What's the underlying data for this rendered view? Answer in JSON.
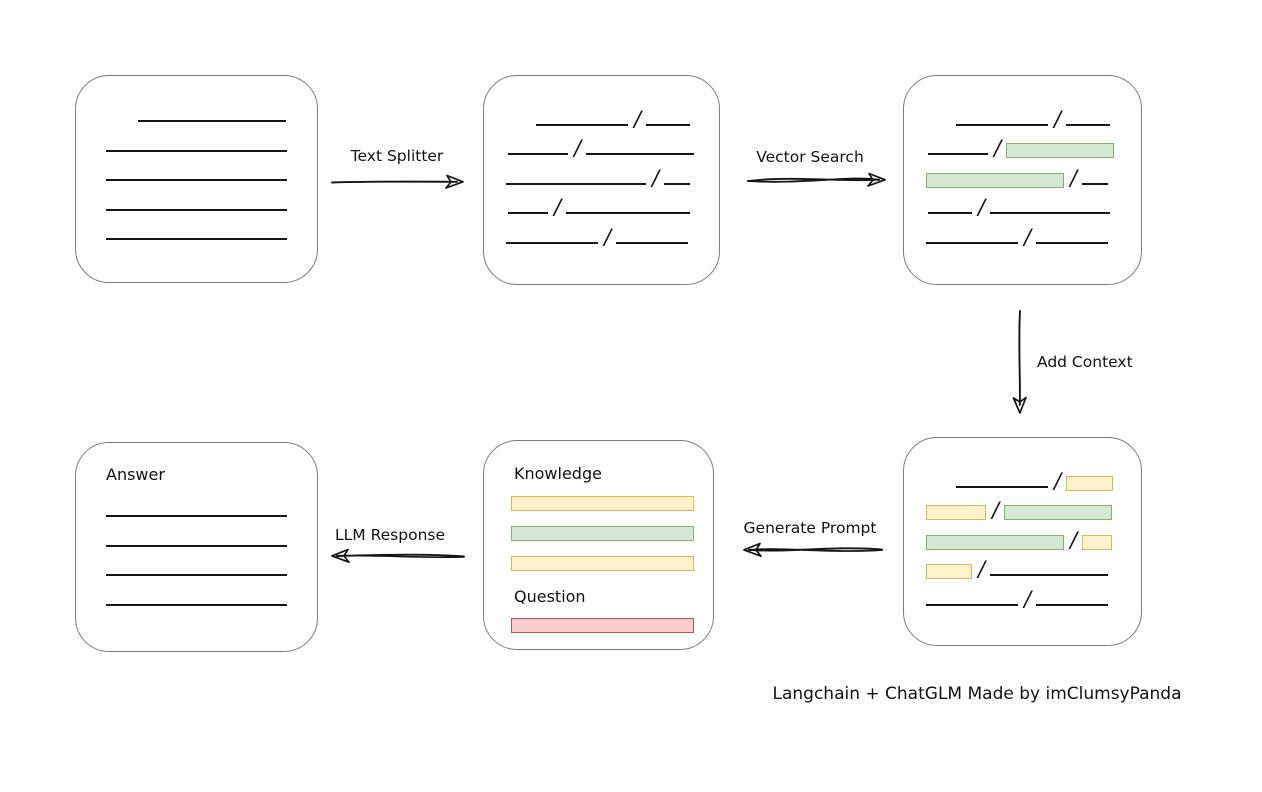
{
  "title": "Langchain + ChatGLM pipeline diagram",
  "credit": "Langchain + ChatGLM Made by imClumsyPanda",
  "slash_char": "/",
  "colors": {
    "green": {
      "fill": "#d5e8d4",
      "border": "#82b366"
    },
    "yellow": {
      "fill": "#fff2cc",
      "border": "#d6b656"
    },
    "red": {
      "fill": "#f8cecc",
      "border": "#b85450"
    },
    "line": "#161616",
    "box_border": "#7b7b7b"
  },
  "arrows": {
    "text_splitter": {
      "label": "Text Splitter",
      "direction": "right"
    },
    "vector_search": {
      "label": "Vector Search",
      "direction": "right"
    },
    "add_context": {
      "label": "Add Context",
      "direction": "down"
    },
    "generate_prompt": {
      "label": "Generate Prompt",
      "direction": "left"
    },
    "llm_response": {
      "label": "LLM Response",
      "direction": "left"
    }
  },
  "boxes": {
    "document": {
      "name": "source-document",
      "lines": [
        {
          "indent": 32,
          "w": 148
        },
        {
          "indent": 0,
          "w": 181
        },
        {
          "indent": 0,
          "w": 181
        },
        {
          "indent": 0,
          "w": 181
        },
        {
          "indent": 0,
          "w": 181
        }
      ]
    },
    "chunks": {
      "name": "split-text-chunks",
      "rows": [
        {
          "indent": 30,
          "segments": [
            {
              "t": "line",
              "w": 92
            },
            {
              "t": "slash"
            },
            {
              "t": "line",
              "w": 44
            }
          ]
        },
        {
          "indent": 2,
          "segments": [
            {
              "t": "line",
              "w": 60
            },
            {
              "t": "slash"
            },
            {
              "t": "line",
              "w": 108
            }
          ]
        },
        {
          "indent": 0,
          "segments": [
            {
              "t": "line",
              "w": 140
            },
            {
              "t": "slash"
            },
            {
              "t": "line",
              "w": 26
            }
          ]
        },
        {
          "indent": 2,
          "segments": [
            {
              "t": "line",
              "w": 40
            },
            {
              "t": "slash"
            },
            {
              "t": "line",
              "w": 124
            }
          ]
        },
        {
          "indent": 0,
          "segments": [
            {
              "t": "line",
              "w": 92
            },
            {
              "t": "slash"
            },
            {
              "t": "line",
              "w": 72
            }
          ]
        }
      ]
    },
    "vector_result": {
      "name": "vector-search-result",
      "rows": [
        {
          "indent": 30,
          "segments": [
            {
              "t": "line",
              "w": 92
            },
            {
              "t": "slash"
            },
            {
              "t": "line",
              "w": 44
            }
          ]
        },
        {
          "indent": 2,
          "segments": [
            {
              "t": "line",
              "w": 60
            },
            {
              "t": "slash"
            },
            {
              "t": "rect",
              "c": "green",
              "w": 108
            }
          ]
        },
        {
          "indent": 0,
          "segments": [
            {
              "t": "rect",
              "c": "green",
              "w": 138
            },
            {
              "t": "slash"
            },
            {
              "t": "line",
              "w": 26
            }
          ]
        },
        {
          "indent": 2,
          "segments": [
            {
              "t": "line",
              "w": 44
            },
            {
              "t": "slash"
            },
            {
              "t": "line",
              "w": 120
            }
          ]
        },
        {
          "indent": 0,
          "segments": [
            {
              "t": "line",
              "w": 92
            },
            {
              "t": "slash"
            },
            {
              "t": "line",
              "w": 72
            }
          ]
        }
      ]
    },
    "context": {
      "name": "context-added-chunks",
      "rows": [
        {
          "indent": 30,
          "segments": [
            {
              "t": "line",
              "w": 92
            },
            {
              "t": "slash"
            },
            {
              "t": "rect",
              "c": "yellow",
              "w": 47
            }
          ]
        },
        {
          "indent": 0,
          "segments": [
            {
              "t": "rect",
              "c": "yellow",
              "w": 60
            },
            {
              "t": "slash"
            },
            {
              "t": "rect",
              "c": "green",
              "w": 108
            }
          ]
        },
        {
          "indent": 0,
          "segments": [
            {
              "t": "rect",
              "c": "green",
              "w": 138
            },
            {
              "t": "slash"
            },
            {
              "t": "rect",
              "c": "yellow",
              "w": 30
            }
          ]
        },
        {
          "indent": 0,
          "segments": [
            {
              "t": "rect",
              "c": "yellow",
              "w": 46
            },
            {
              "t": "slash"
            },
            {
              "t": "line",
              "w": 118
            }
          ]
        },
        {
          "indent": 0,
          "segments": [
            {
              "t": "line",
              "w": 92
            },
            {
              "t": "slash"
            },
            {
              "t": "line",
              "w": 72
            }
          ]
        }
      ]
    },
    "prompt": {
      "name": "generated-prompt",
      "knowledge_label": "Knowledge",
      "question_label": "Question",
      "knowledge_bars": [
        {
          "c": "yellow"
        },
        {
          "c": "green"
        },
        {
          "c": "yellow"
        }
      ],
      "question_bar": {
        "c": "red"
      }
    },
    "answer": {
      "name": "llm-answer",
      "label": "Answer",
      "lines": [
        {
          "indent": 0,
          "w": 181
        },
        {
          "indent": 0,
          "w": 181
        },
        {
          "indent": 0,
          "w": 181
        },
        {
          "indent": 0,
          "w": 181
        }
      ]
    }
  }
}
